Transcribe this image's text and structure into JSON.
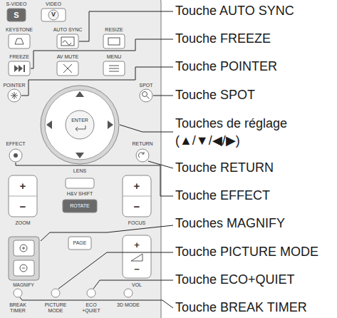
{
  "diagram": {
    "labels": [
      "Touche AUTO SYNC",
      "Touche FREEZE",
      "Touche POINTER",
      "Touche SPOT",
      "Touches de réglage (▲/▼/◀/▶)",
      "Touche RETURN",
      "Touche EFFECT",
      "Touches MAGNIFY",
      "Touche PICTURE MODE",
      "Touche ECO+QUIET",
      "Touche BREAK TIMER",
      "S-VIDEO",
      "VIDEO",
      "S",
      "V",
      "KEYSTONE",
      "AUTO SYNC",
      "RESIZE",
      "FREEZE",
      "AV MUTE",
      "MENU",
      "POINTER",
      "SPOT",
      "ENTER",
      "EFFECT",
      "RETURN",
      "LENS",
      "H&V SHIFT",
      "ROTATE",
      "ZOOM",
      "FOCUS",
      "PAGE",
      "VOL",
      "MAGNIFY",
      "BREAK TIMER",
      "PICTURE MODE",
      "ECO +QUIET",
      "3D MODE",
      "+",
      "−",
      "+",
      "−",
      "+",
      "−"
    ]
  }
}
